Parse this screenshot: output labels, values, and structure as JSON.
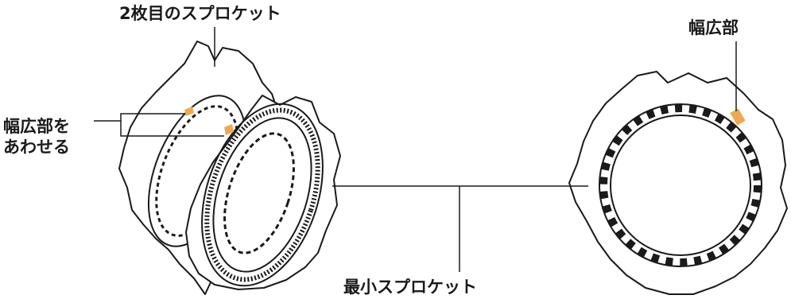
{
  "labels": {
    "second_sprocket": "2枚目のスプロケット",
    "wide_part": "幅広部",
    "align_line1": "幅広部を",
    "align_line2": "あわせる",
    "smallest_sprocket": "最小スプロケット"
  },
  "colors": {
    "line": "#1a1a1a",
    "highlight": "#f0a850",
    "background": "#ffffff"
  }
}
